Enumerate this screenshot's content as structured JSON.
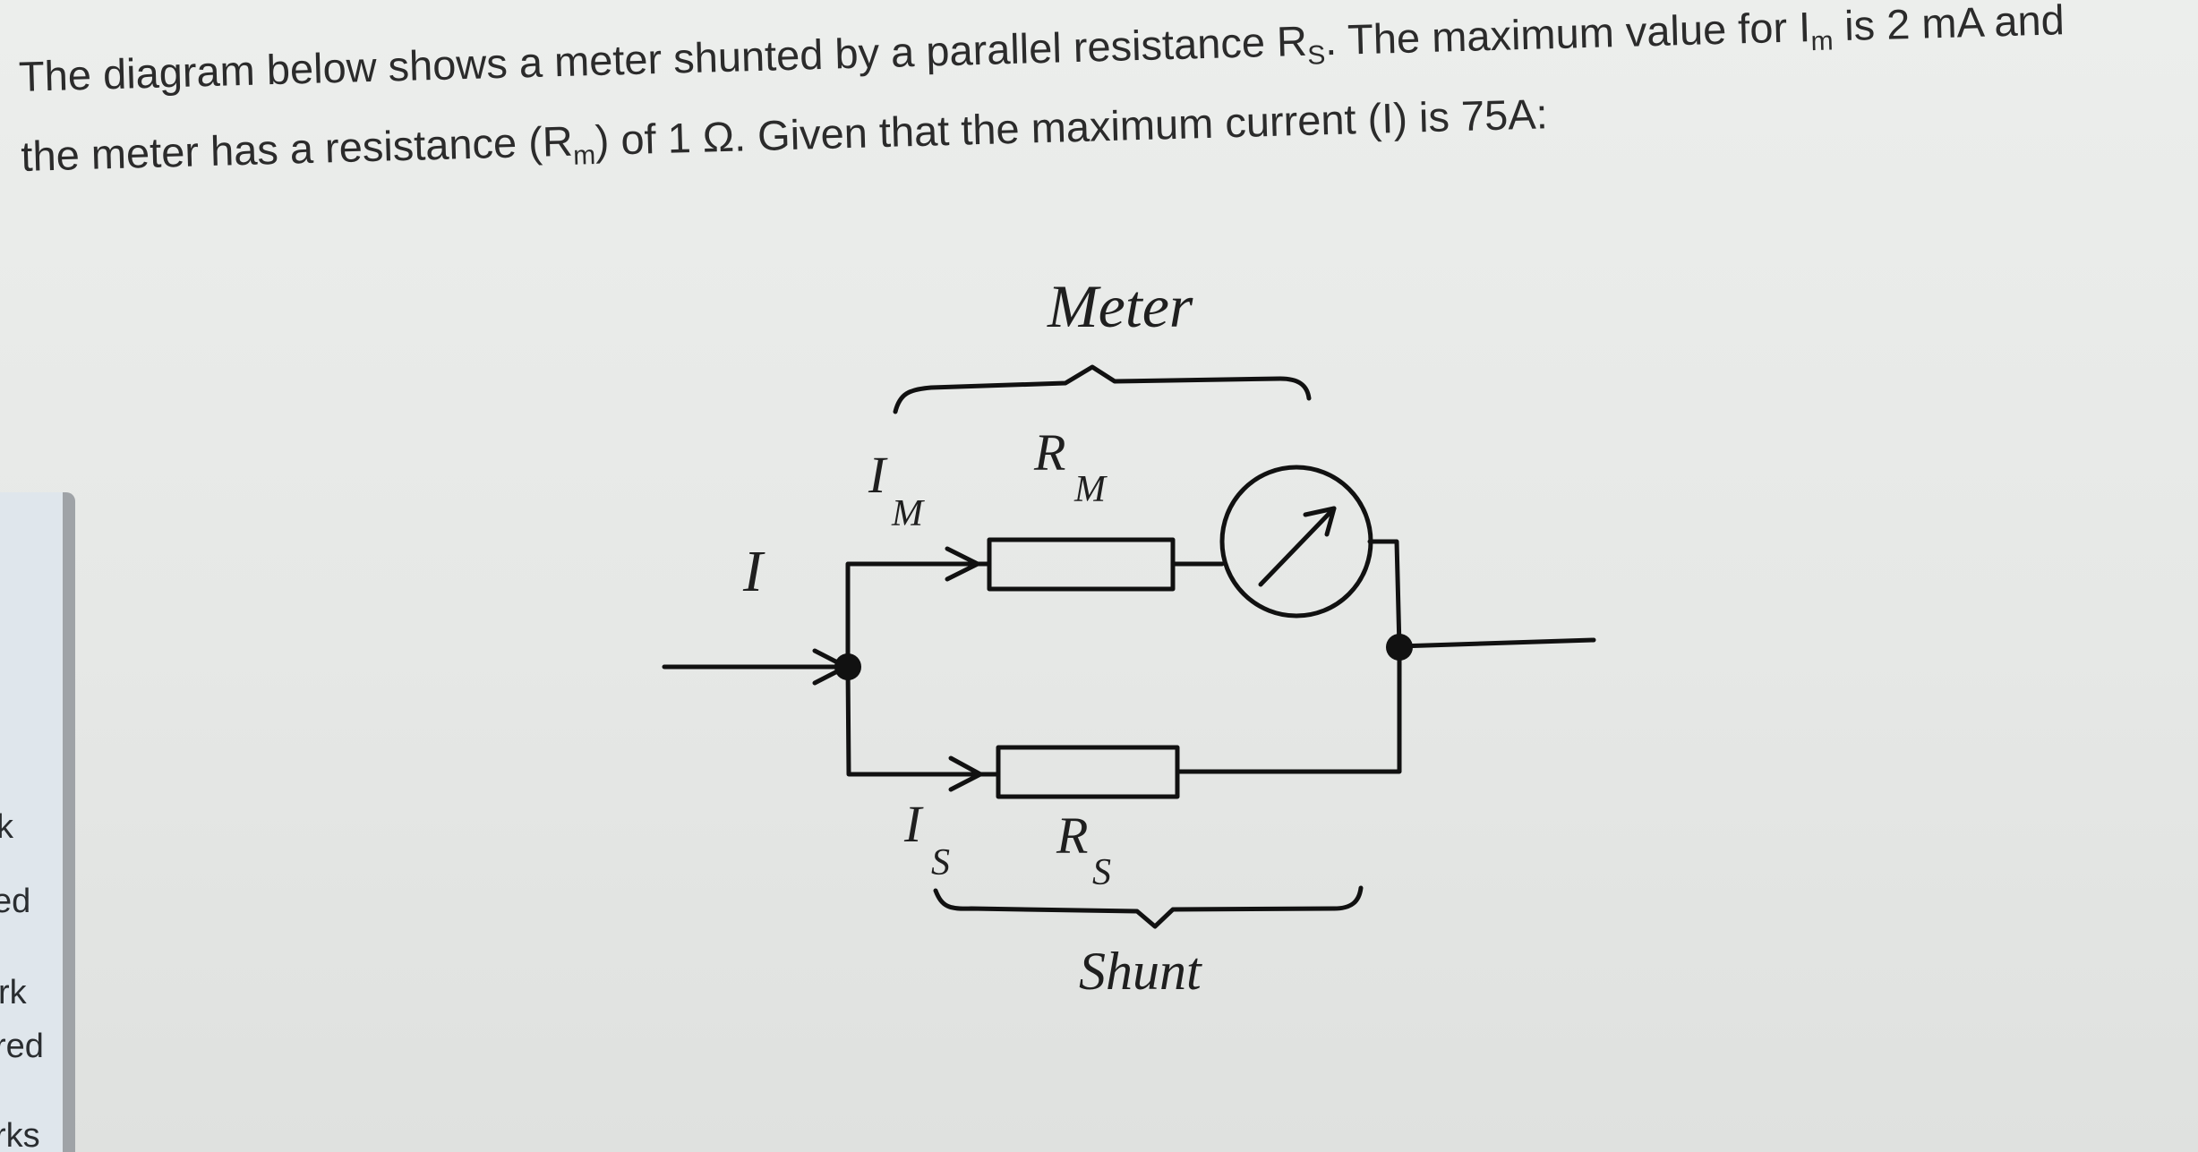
{
  "question": {
    "line1_a": "The diagram below shows a meter shunted by a parallel resistance R",
    "line1_sub_s": "S",
    "line1_b": ". The maximum value for I",
    "line1_sub_m": "m",
    "line1_c": " is 2 mA and",
    "line2_a": "the meter has a resistance (R",
    "line2_sub_m": "m",
    "line2_b": ") of 1 Ω. Given that the maximum current (I) is 75A:"
  },
  "sidebar": {
    "fragments": [
      "k",
      "ed",
      "rk",
      "red",
      "rks"
    ]
  },
  "diagram": {
    "meter_label": "Meter",
    "shunt_label": "Shunt",
    "current_label": "I",
    "im_label": "I",
    "im_sub": "M",
    "rm_label": "R",
    "rm_sub": "M",
    "is_label": "I",
    "is_sub": "S",
    "rs_label": "R",
    "rs_sub": "S"
  }
}
